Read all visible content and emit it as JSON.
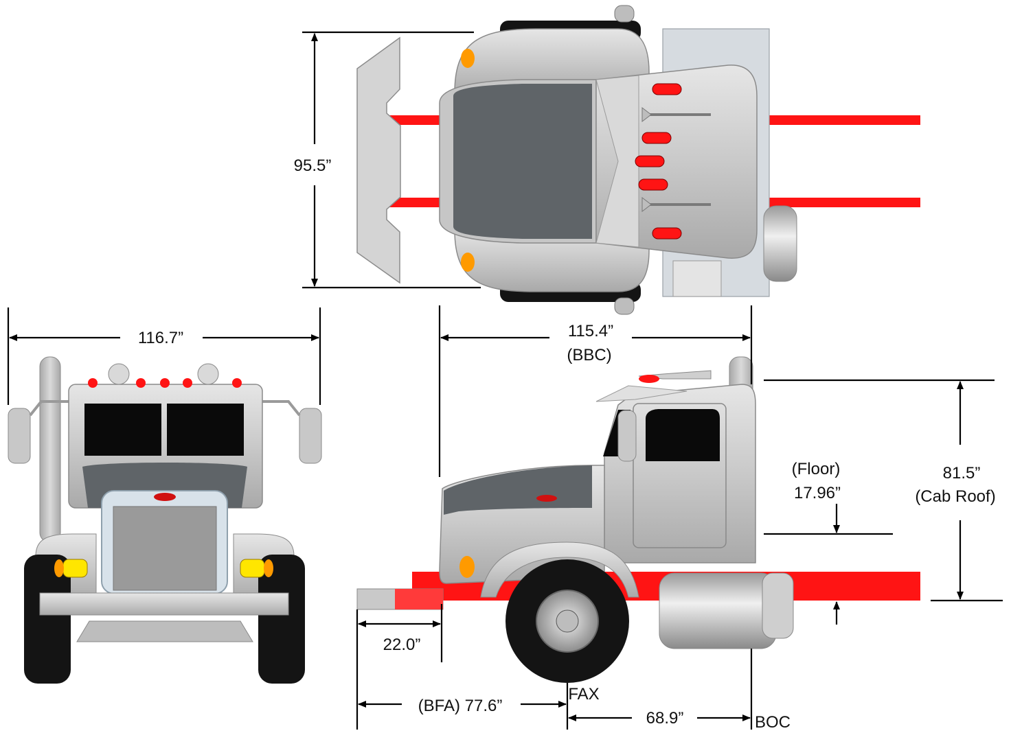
{
  "dimensions": {
    "width_top": "95.5”",
    "overall_width": "116.7”",
    "bbc_value": "115.4”",
    "bbc_label": "(BBC)",
    "floor_label": "(Floor)",
    "floor_value": "17.96”",
    "cab_roof_value": "81.5”",
    "cab_roof_label": "(Cab Roof)",
    "bumper_value": "22.0”",
    "bfa": "(BFA) 77.6”",
    "fax": "FAX",
    "axle_to_boc": "68.9”",
    "boc": "BOC"
  },
  "colors": {
    "frame_red": "#ff1414",
    "body_gray": "#c9c9c9",
    "hood_dark": "#5f6468",
    "tire_black": "#141414",
    "lamp_yellow": "#ffe600",
    "lamp_amber": "#ff9a00",
    "window_black": "#0a0a0a"
  }
}
